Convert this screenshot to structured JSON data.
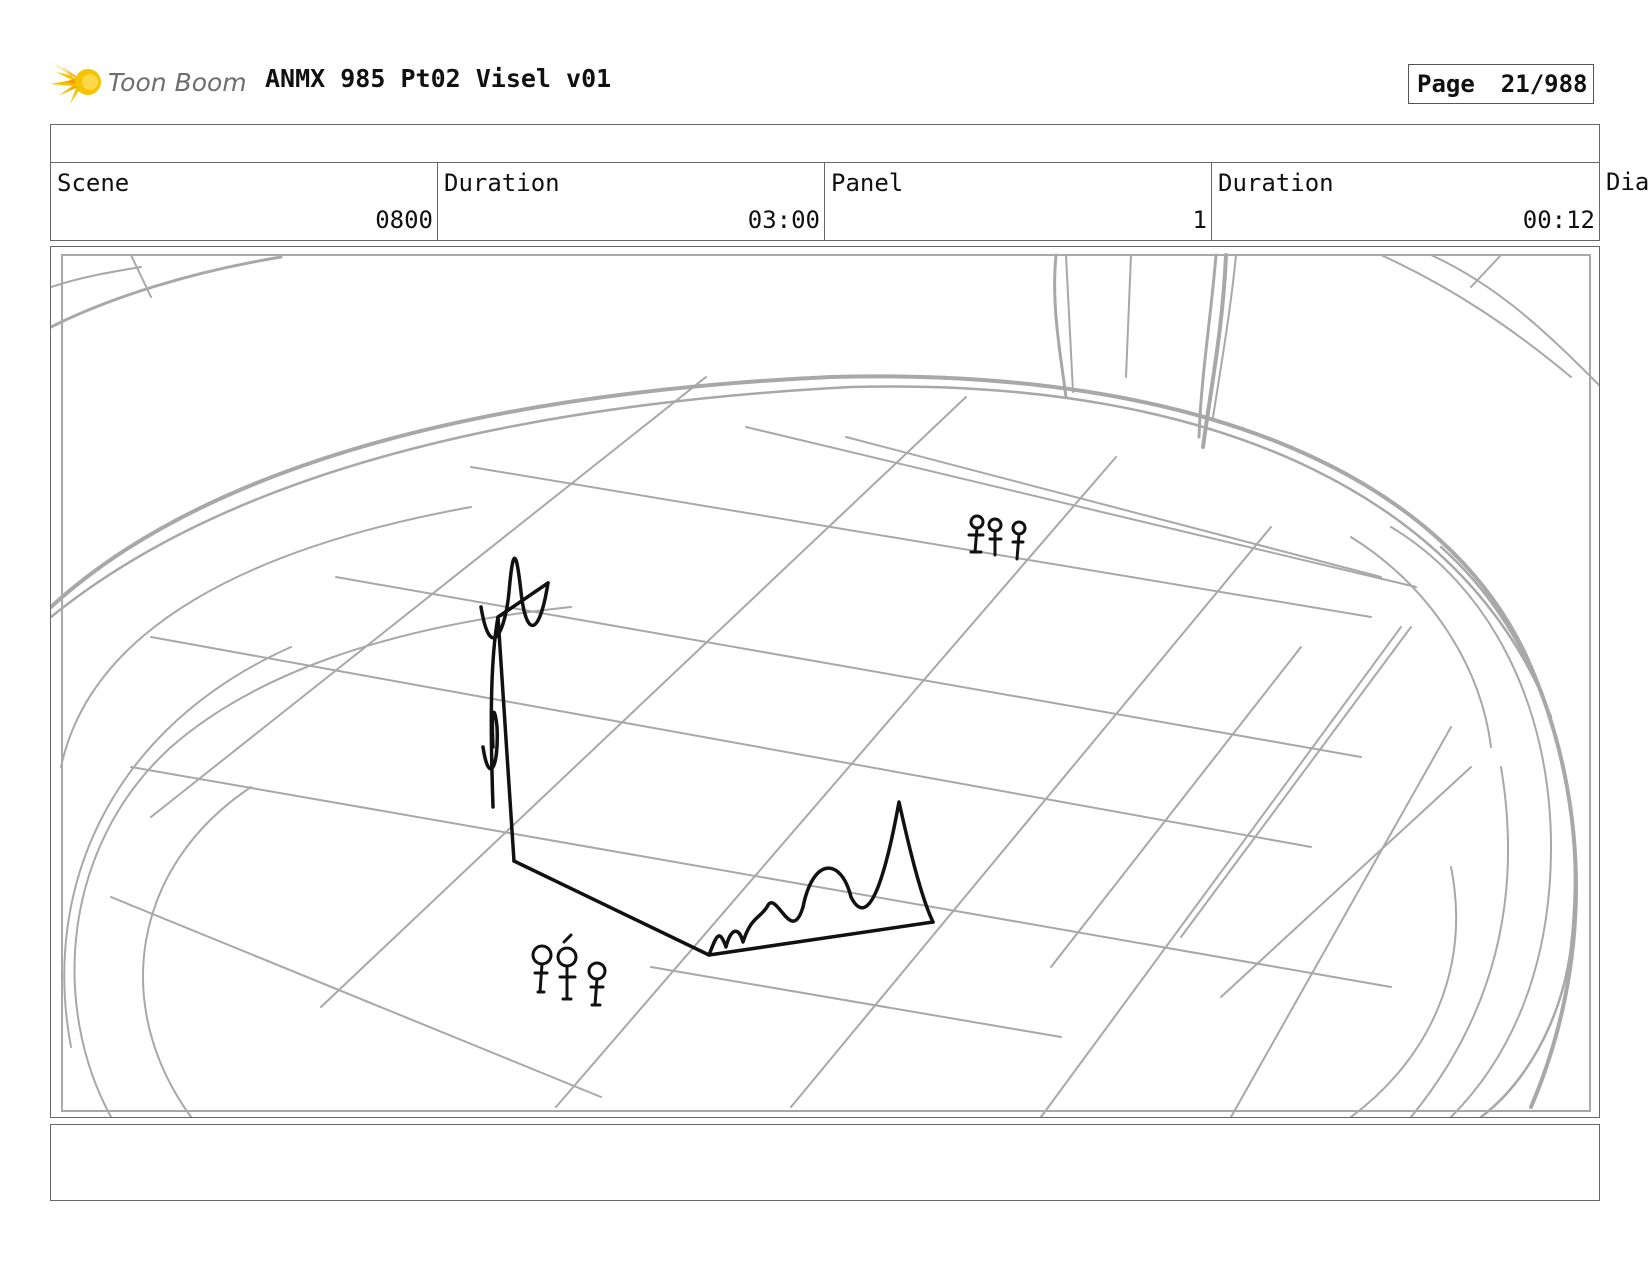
{
  "header": {
    "logo_text": "Toon Boom",
    "title": "ANMX 985 Pt02 Visel v01",
    "page_label": "Page",
    "page_number": "21/988"
  },
  "info": {
    "scene_label": "Scene",
    "scene_value": "0800",
    "scene_duration_label": "Duration",
    "scene_duration_value": "03:00",
    "panel_label": "Panel",
    "panel_value": "1",
    "panel_duration_label": "Duration",
    "panel_duration_value": "00:12",
    "dialogue_label": "Dia"
  },
  "colors": {
    "logo_yellow": "#f5c400",
    "logo_orange": "#f59a00",
    "sketch_gray": "#a8a8a8",
    "ink": "#111111"
  },
  "icons": {
    "logo": "toon-boom-burst-icon"
  }
}
